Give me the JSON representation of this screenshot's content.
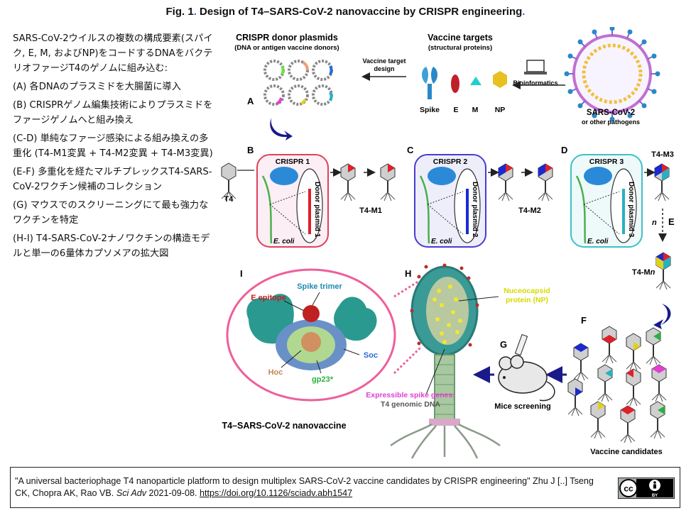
{
  "title": {
    "prefix": "Fig. 1",
    "sep": ". ",
    "main": "Design of T4–SARS-CoV-2 nanovaccine by CRISPR engineering",
    "end": "."
  },
  "description": [
    "SARS-CoV-2ウイルスの複数の構成要素(スパイク,  E, M, およびNP)をコードするDNAをバクテリオファージT4のゲノムに組み込む:",
    "(A) 各DNAのプラスミドを大腸菌に導入",
    "(B) CRISPRゲノム編集技術によりプラスミドをファージゲノムへと組み換え",
    "(C-D) 単純なファージ感染による組み換えの多重化 (T4-M1変異 + T4-M2変異 + T4-M3変異)",
    "(E-F) 多重化を経たマルチプレックスT4-SARS-CoV-2ワクチン候補のコレクション",
    "(G) マウスでのスクリーニングにて最も強力なワクチンを特定",
    "(H-I) T4-SARS-CoV-2ナノワクチンの構造モデルと単一の6量体カプソメアの拡大図"
  ],
  "figure": {
    "donor_title": "CRISPR donor plasmids",
    "donor_sub": "(DNA or antigen vaccine donors)",
    "targets_title": "Vaccine targets",
    "targets_sub": "(structural proteins)",
    "vaccine_design_1": "Vaccine target",
    "vaccine_design_2": "design",
    "bioinformatics": "Bioinformatics",
    "spike": "Spike",
    "e": "E",
    "m": "M",
    "np": "NP",
    "sars_1": "SARS-CoV-2",
    "sars_2": "or other pathogens",
    "panel_a": "A",
    "panel_b": "B",
    "panel_c": "C",
    "panel_d": "D",
    "panel_e": "E",
    "panel_f": "F",
    "panel_g": "G",
    "panel_h": "H",
    "panel_i": "I",
    "crispr1": "CRISPR 1",
    "crispr2": "CRISPR 2",
    "crispr3": "CRISPR 3",
    "donor1": "Donor plasmid 1",
    "donor2": "Donor plasmid 2",
    "donor3": "Donor plasmid 3",
    "ecoli": "E. coli",
    "t4": "T4",
    "t4m1": "T4-M1",
    "t4m2": "T4-M2",
    "t4m3": "T4-M3",
    "t4mn_prefix": "T4-M",
    "t4mn_n": "n",
    "n_label": "n",
    "spike_trimer": "Spike trimer",
    "e_epitope": "E epitope",
    "soc": "Soc",
    "hoc": "Hoc",
    "gp23": "gp23*",
    "np_1": "Nuceocapsid",
    "np_2": "protein (NP)",
    "genes_1": "Expressible spike genes;",
    "genes_2": "T4 genomic DNA",
    "nanovaccine": "T4–SARS-CoV-2 nanovaccine",
    "mice": "Mice screening",
    "candidates": "Vaccine candidates"
  },
  "citation": {
    "text": "\"A universal bacteriophage T4 nanoparticle platform to design multiplex SARS-CoV-2 vaccine candidates by CRISPR engineering\" Zhu J [..] Tseng CK, Chopra AK, Rao VB. ",
    "journal": "Sci Adv",
    "date": " 2021-09-08. ",
    "doi": "https://doi.org/10.1126/sciadv.abh1547",
    "cc": "cc",
    "by": "BY"
  },
  "colors": {
    "crispr1": "#e0405a",
    "crispr2": "#4a3bd0",
    "crispr3": "#3fc0c8",
    "accent_blue": "#2a6bd6",
    "panel_i_border": "#ee5f9a",
    "np_label": "#d8d800",
    "genes_label": "#e040d0",
    "spike_trimer_label": "#1f8ab0"
  }
}
